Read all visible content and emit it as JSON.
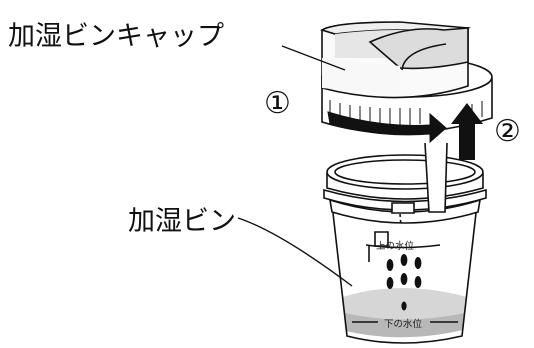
{
  "labels": {
    "cap": "加湿ビンキャップ",
    "bottle": "加湿ビン",
    "step1": "①",
    "step2": "②",
    "upper_level": "上の水位",
    "lower_level": "下の水位"
  },
  "colors": {
    "outline": "#111111",
    "water": "#d4d4d4",
    "water_dark": "#b4b4b4",
    "arrow": "#111111",
    "cap_light": "#f4f4f4",
    "cap_shade": "#dcdcdc"
  },
  "icons": [
    "rotate-arrow-icon",
    "lift-arrow-icon"
  ]
}
